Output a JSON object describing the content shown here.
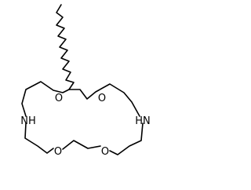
{
  "diagram": {
    "type": "chemical-structure",
    "atoms": {
      "o1": "O",
      "o2": "O",
      "o3": "O",
      "o4": "O",
      "n1": "NH",
      "n2": "HN"
    }
  },
  "colors": {
    "bond": "#000000",
    "label": "#000000",
    "background": "#ffffff"
  }
}
